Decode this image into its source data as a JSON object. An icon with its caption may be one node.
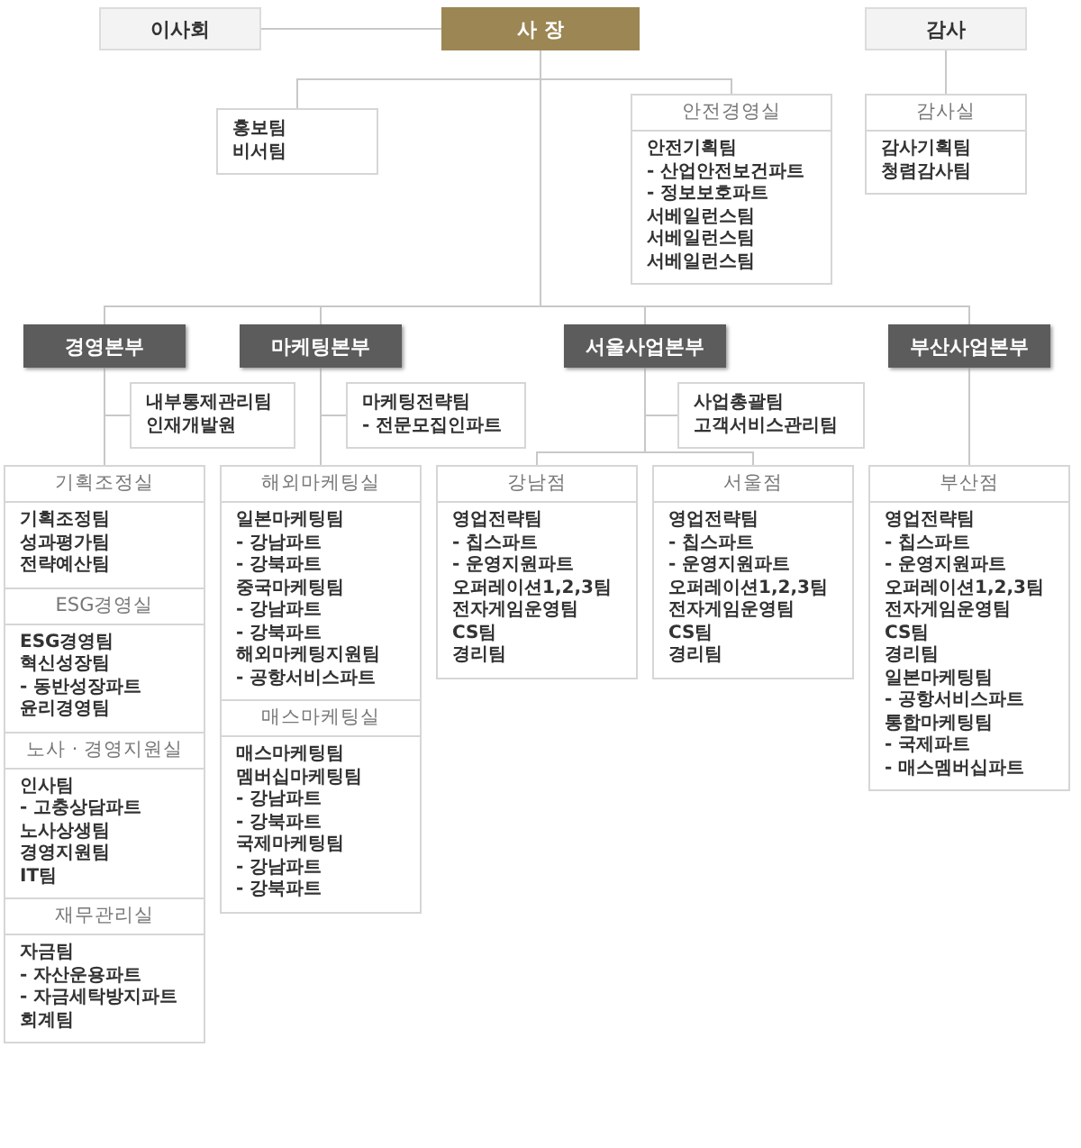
{
  "diagram": {
    "nodes": [
      {
        "text": [
          "이사회"
        ]
      },
      {
        "text": [
          "사 장"
        ]
      },
      {
        "text": [
          "감사"
        ]
      },
      {
        "text": [
          "홍보팀",
          "비서팀"
        ]
      },
      {
        "text": [
          "안전경영실",
          "안전기획팀",
          "- 산업안전보건파트",
          "- 정보보호파트",
          "서베일런스팀",
          "서베일런스팀",
          "서베일런스팀"
        ]
      },
      {
        "text": [
          "감사실",
          "감사기획팀",
          "청렴감사팀"
        ]
      },
      {
        "text": [
          "경영본부"
        ]
      },
      {
        "text": [
          "마케팅본부"
        ]
      },
      {
        "text": [
          "서울사업본부"
        ]
      },
      {
        "text": [
          "부산사업본부"
        ]
      },
      {
        "text": [
          "내부통제관리팀",
          "인재개발원"
        ]
      },
      {
        "text": [
          "마케팅전략팀",
          "- 전문모집인파트"
        ]
      },
      {
        "text": [
          "사업총괄팀",
          "고객서비스관리팀"
        ]
      },
      {
        "text": [
          "기획조정실",
          "기획조정팀",
          "성과평가팀",
          "전략예산팀"
        ]
      },
      {
        "text": [
          "ESG경영실",
          "ESG경영팀",
          "혁신성장팀",
          "- 동반성장파트",
          "윤리경영팀"
        ]
      },
      {
        "text": [
          "노사 · 경영지원실",
          "인사팀",
          "- 고충상담파트",
          "노사상생팀",
          "경영지원팀",
          "IT팀"
        ]
      },
      {
        "text": [
          "재무관리실",
          "자금팀",
          "- 자산운용파트",
          "- 자금세탁방지파트",
          "회계팀"
        ]
      },
      {
        "text": [
          "해외마케팅실",
          "일본마케팅팀",
          "- 강남파트",
          "- 강북파트",
          "중국마케팅팀",
          "- 강남파트",
          "- 강북파트",
          "해외마케팅지원팀",
          "- 공항서비스파트"
        ]
      },
      {
        "text": [
          "매스마케팅실",
          "매스마케팅팀",
          "멤버십마케팅팀",
          "- 강남파트",
          "- 강북파트",
          "국제마케팅팀",
          "- 강남파트",
          "- 강북파트"
        ]
      },
      {
        "text": [
          "강남점",
          "영업전략팀",
          "- 칩스파트",
          "- 운영지원파트",
          "오퍼레이션1,2,3팀",
          "전자게임운영팀",
          "CS팀",
          "경리팀"
        ]
      },
      {
        "text": [
          "서울점",
          "영업전략팀",
          "- 칩스파트",
          "- 운영지원파트",
          "오퍼레이션1,2,3팀",
          "전자게임운영팀",
          "CS팀",
          "경리팀"
        ]
      },
      {
        "text": [
          "부산점",
          "영업전략팀",
          "- 칩스파트",
          "- 운영지원파트",
          "오퍼레이션1,2,3팀",
          "전자게임운영팀",
          "CS팀",
          "경리팀",
          "일본마케팅팀",
          "- 공항서비스파트",
          "통합마케팅팀",
          "- 국제파트",
          "- 매스멤버십파트"
        ]
      }
    ],
    "edges": [
      {
        "from": 0,
        "to": 1,
        "arrow": "none"
      },
      {
        "from": 1,
        "to": 3,
        "arrow": "none"
      },
      {
        "from": 1,
        "to": 4,
        "arrow": "none"
      },
      {
        "from": 2,
        "to": 5,
        "arrow": "none"
      },
      {
        "from": 1,
        "to": 6,
        "arrow": "none"
      },
      {
        "from": 1,
        "to": 7,
        "arrow": "none"
      },
      {
        "from": 1,
        "to": 8,
        "arrow": "none"
      },
      {
        "from": 1,
        "to": 9,
        "arrow": "none"
      },
      {
        "from": 6,
        "to": 10,
        "arrow": "none"
      },
      {
        "from": 6,
        "to": 13,
        "arrow": "none"
      },
      {
        "from": 7,
        "to": 11,
        "arrow": "none"
      },
      {
        "from": 7,
        "to": 17,
        "arrow": "none"
      },
      {
        "from": 8,
        "to": 12,
        "arrow": "none"
      },
      {
        "from": 8,
        "to": 19,
        "arrow": "none"
      },
      {
        "from": 8,
        "to": 20,
        "arrow": "none"
      },
      {
        "from": 9,
        "to": 21,
        "arrow": "none"
      }
    ]
  }
}
